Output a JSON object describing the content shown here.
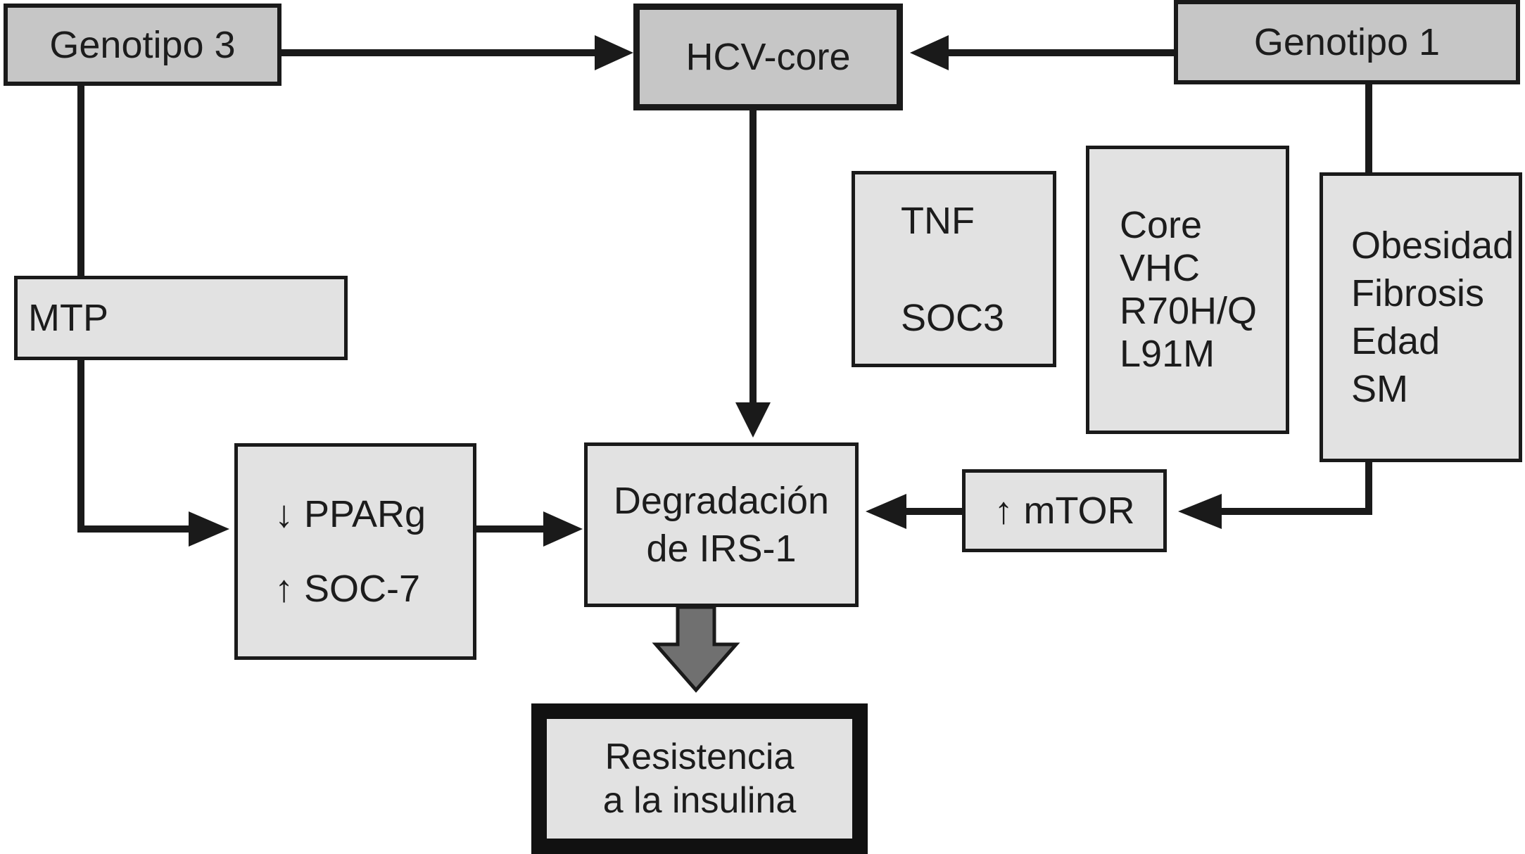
{
  "diagram": {
    "nodes": {
      "genotipo3": {
        "label": "Genotipo 3"
      },
      "hcv_core": {
        "label": "HCV-core"
      },
      "genotipo1": {
        "label": "Genotipo 1"
      },
      "mtp": {
        "label": "MTP"
      },
      "tnf_soc3": {
        "lines": [
          "TNF",
          "SOC3"
        ]
      },
      "core_vhc": {
        "lines": [
          "Core",
          "VHC",
          "R70H/Q",
          "L91M"
        ]
      },
      "obesidad": {
        "lines": [
          "Obesidad",
          "Fibrosis",
          "Edad",
          "SM"
        ]
      },
      "pparg_soc7": {
        "lines": [
          "↓ PPARg",
          "↑ SOC-7"
        ]
      },
      "degradacion_irs1": {
        "lines": [
          "Degradación",
          "de IRS-1"
        ]
      },
      "mtor": {
        "label": "↑ mTOR"
      },
      "resistencia": {
        "lines": [
          "Resistencia",
          "a la insulina"
        ]
      }
    },
    "edges": [
      {
        "from": "genotipo3",
        "to": "hcv_core"
      },
      {
        "from": "genotipo1",
        "to": "hcv_core"
      },
      {
        "from": "hcv_core",
        "to": "degradacion_irs1"
      },
      {
        "from": "genotipo3",
        "to": "pparg_soc7",
        "via": "mtp"
      },
      {
        "from": "pparg_soc7",
        "to": "degradacion_irs1"
      },
      {
        "from": "mtor",
        "to": "degradacion_irs1"
      },
      {
        "from": "genotipo1",
        "to": "mtor"
      },
      {
        "from": "degradacion_irs1",
        "to": "resistencia",
        "style": "block-arrow"
      }
    ],
    "colors": {
      "box_dark": "#c6c6c6",
      "box_light": "#e2e2e2",
      "line": "#1a1a1a",
      "block_arrow_fill": "#707070",
      "background": "#ffffff"
    }
  }
}
